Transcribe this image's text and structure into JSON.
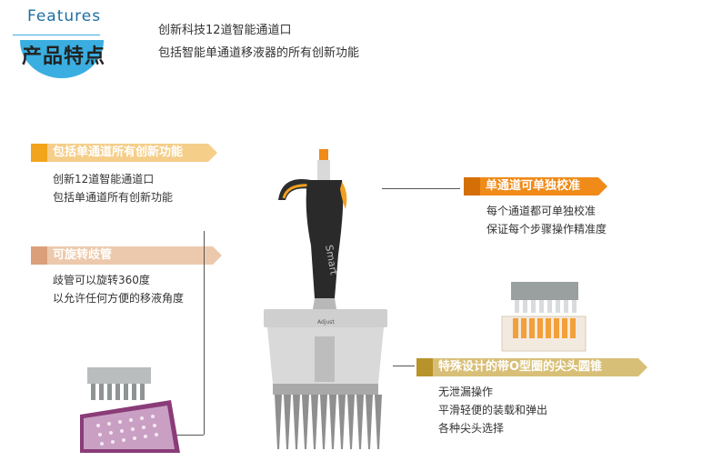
{
  "header": {
    "badge_en": "Features",
    "badge_cn": "产品特点",
    "line1": "创新科技12道智能通道口",
    "line2": "包括智能单通道移液器的所有创新功能"
  },
  "features": {
    "f1": {
      "title": "包括单通道所有创新功能",
      "desc1": "创新12道智能通道口",
      "desc2": "包括单通道所有创新功能",
      "color": "#f2a41c"
    },
    "f2": {
      "title": "可旋转歧管",
      "desc1": "歧管可以旋转360度",
      "desc2": "以允许任何方便的移液角度",
      "color": "#e2b48e"
    },
    "f3": {
      "title": "单通道可单独校准",
      "desc1": "每个通道都可单独校准",
      "desc2": "保证每个步骤操作精准度",
      "color": "#f08a18"
    },
    "f4": {
      "title": "特殊设计的带O型圈的尖头圆锥",
      "desc1": "无泄漏操作",
      "desc2": "平滑轻便的装载和弹出",
      "desc3": "各种尖头选择",
      "color": "#c9a84a"
    }
  },
  "pipette": {
    "brand_text": "Smart",
    "logo_text": "Adjust"
  }
}
